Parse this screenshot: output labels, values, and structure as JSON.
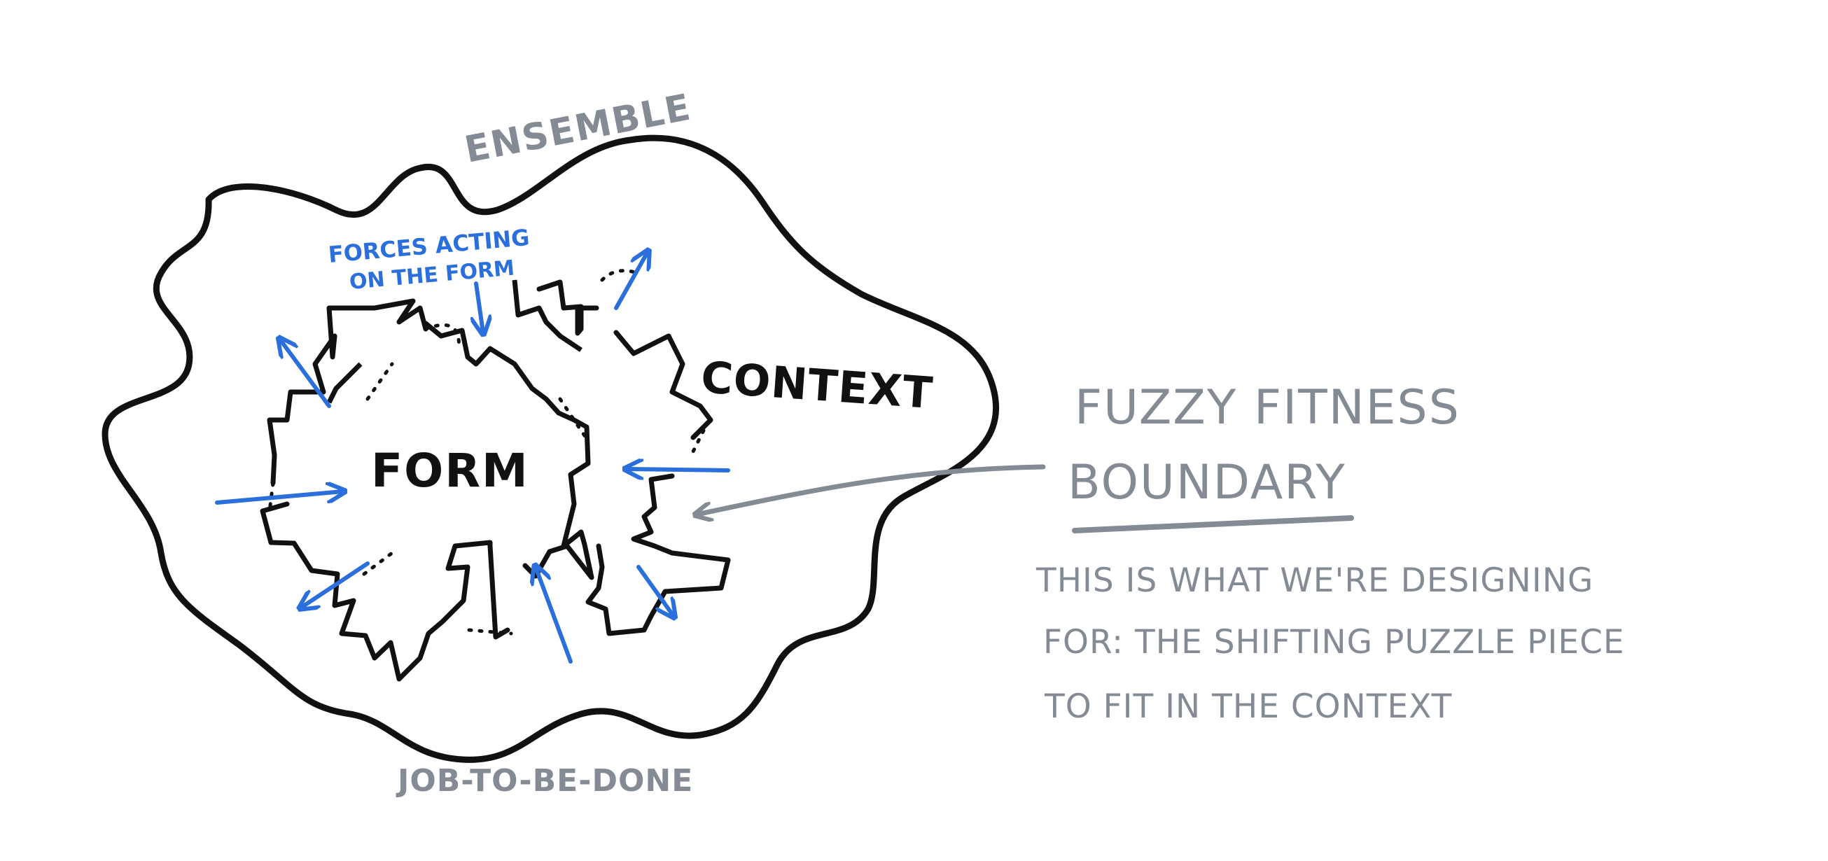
{
  "labels": {
    "ensemble": "Ensemble",
    "forces": [
      "Forces acting",
      "on the form"
    ],
    "form": "Form",
    "context": "Context",
    "fuzzy_title": [
      "Fuzzy Fitness",
      "Boundary"
    ],
    "description": [
      "This is what we're designing",
      "for: the shifting puzzle piece",
      "to fit in the Context"
    ],
    "job": "Job-to-be-Done"
  },
  "colors": {
    "outline": "#111111",
    "annotation": "#848b94",
    "force_arrow": "#2a6fdb",
    "background": "#ffffff"
  }
}
